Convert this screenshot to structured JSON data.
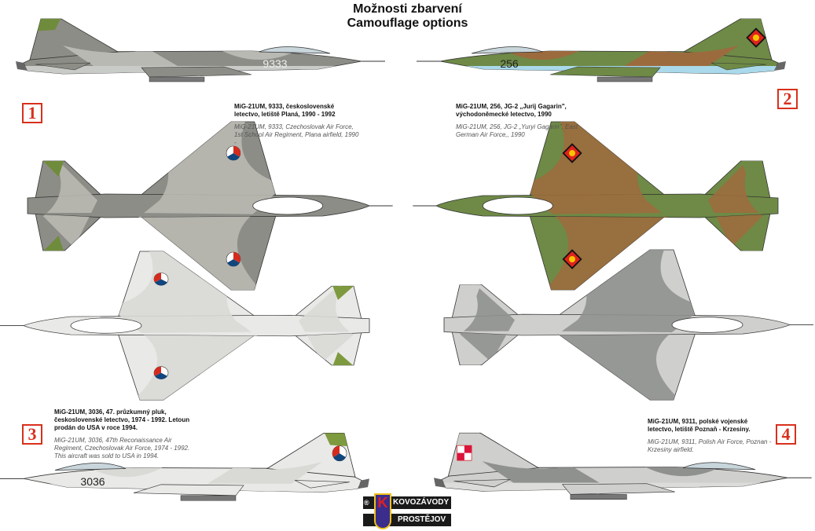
{
  "header": {
    "title": "Možnosti zbarvení",
    "subtitle": "Camouflage options"
  },
  "options": [
    {
      "number": "1",
      "tail_number": "9333",
      "text_cz": "MiG-21UM, 9333, československé letectvo, letiště Planá, 1990 - 1992",
      "text_en": "MiG-21UM, 9333, Czechoslovak Air Force, 1st School Air Regiment, Plana airfield, 1990 -",
      "colors": {
        "base": "#8d8d87",
        "camo": "#b9b9b3",
        "tip": "#6f8c3c",
        "under": "#c9cbc8"
      }
    },
    {
      "number": "2",
      "tail_number": "256",
      "text_cz": "MiG-21UM, 256, JG-2 „Jurij Gagarin\", východoněmecké letectvo, 1990",
      "text_en": "MiG-21UM, 256, JG-2 „Yuryi Gagarin\", East German Air Force,, 1990",
      "colors": {
        "base": "#6e8a46",
        "camo": "#9c6b3d",
        "tip": "#6e8a46",
        "under": "#a9d9ea"
      }
    },
    {
      "number": "3",
      "tail_number": "3036",
      "text_cz": "MiG-21UM, 3036, 47. průzkumný pluk, československé letectvo, 1974 - 1992. Letoun prodán do USA v roce 1994.",
      "text_en": "MiG-21UM, 3036, 47th Reconaissance Air Regiment, Czechoslovak Air Force, 1974 - 1992. This aircraft was sold to USA in 1994.",
      "colors": {
        "base": "#e9e9e7",
        "camo": "#d9d9d6",
        "tip": "#7e9a3e",
        "under": "#e9e9e7"
      }
    },
    {
      "number": "4",
      "tail_number": "",
      "text_cz": "MiG-21UM, 9311, polské vojenské letectvo, letiště Poznaň - Krzesiny.",
      "text_en": "MiG-21UM, 9311, Polish Air Force, Poznan - Krzesiny airfield.",
      "colors": {
        "base": "#cfcfcd",
        "camo": "#8f918f",
        "tip": "#cfcfcd",
        "under": "#dcdcda"
      }
    }
  ],
  "logo": {
    "line1": "KOVOZÁVODY",
    "line2": "PROSTĚJOV",
    "mark": "K",
    "reg": "®"
  }
}
